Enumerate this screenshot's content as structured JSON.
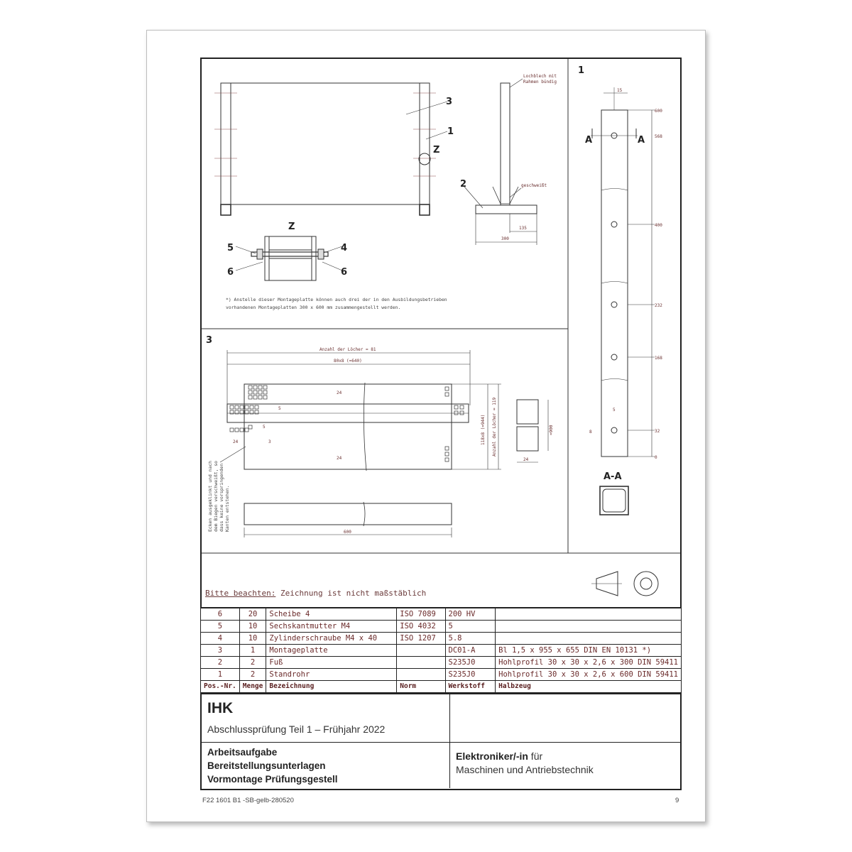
{
  "drawing": {
    "view_labels": {
      "view_1": "1",
      "view_3": "3",
      "detail_z": "Z",
      "section": "A-A",
      "section_mark": "A"
    },
    "position_labels": [
      "3",
      "1",
      "Z",
      "2",
      "5",
      "4",
      "6",
      "6"
    ],
    "callouts": {
      "sheet_flush": [
        "Lochblech mit",
        "Rahmen bündig"
      ],
      "welded": "geschweißt"
    },
    "dims_foot": [
      "135",
      "300"
    ],
    "dims_tube": [
      "15",
      "600",
      "568",
      "400",
      "232",
      "168",
      "32",
      "0",
      "5",
      "8"
    ],
    "dims_sheet": [
      "Anzahl der Löcher = 81",
      "80x8 (=640)",
      "24",
      "5",
      "5",
      "3",
      "24",
      "24",
      "118x8 (=944)",
      "Anzahl der Löcher = 119",
      "≈900",
      "24",
      "600"
    ],
    "footnote": [
      "*) Anstelle dieser Montageplatte können auch drei der in den Ausbildungsbetrieben",
      "vorhandenen Montageplatten 300 x 600 mm zusammengestellt werden."
    ],
    "corner_note": [
      "Ecken ausgeklinkt und nach",
      "dem Biegen verschweißt, so",
      "dass keine vorspringenden",
      "Kanten entstehen."
    ]
  },
  "notice": {
    "lead": "Bitte beachten:",
    "text": " Zeichnung ist nicht maßstäblich"
  },
  "parts_table": {
    "headers": [
      "Pos.-Nr.",
      "Menge",
      "Bezeichnung",
      "Norm",
      "Werkstoff",
      "Halbzeug"
    ],
    "rows": [
      [
        "6",
        "20",
        "Scheibe 4",
        "ISO 7089",
        "200 HV",
        ""
      ],
      [
        "5",
        "10",
        "Sechskantmutter M4",
        "ISO 4032",
        "5",
        ""
      ],
      [
        "4",
        "10",
        "Zylinderschraube M4 x 40",
        "ISO 1207",
        "5.8",
        ""
      ],
      [
        "3",
        "1",
        "Montageplatte",
        "",
        "DC01-A",
        "Bl 1,5 x 955 x 655 DIN EN 10131 *)"
      ],
      [
        "2",
        "2",
        "Fuß",
        "",
        "S235J0",
        "Hohlprofil 30 x 30 x 2,6 x 300 DIN 59411"
      ],
      [
        "1",
        "2",
        "Standrohr",
        "",
        "S235J0",
        "Hohlprofil 30 x 30 x 2,6 x 600 DIN 59411"
      ]
    ]
  },
  "title_block": {
    "org": "IHK",
    "exam": "Abschlussprüfung Teil 1 – Frühjahr 2022",
    "task": [
      "Arbeitsaufgabe",
      "Bereitstellungsunterlagen",
      "Vormontage Prüfungsgestell"
    ],
    "profession_bold": "Elektroniker/-in",
    "profession_rest": " für",
    "profession_line2": "Maschinen und Antriebstechnik"
  },
  "footer": {
    "code": "F22 1601 B1 -SB-gelb-280520",
    "page": "9"
  }
}
